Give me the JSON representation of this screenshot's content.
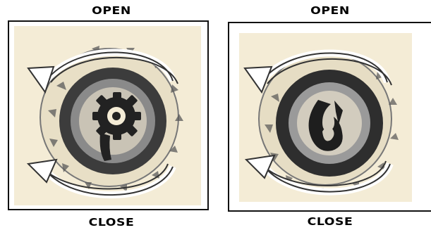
{
  "diagram": {
    "left_panel": {
      "top_label": "OPEN",
      "bottom_label": "CLOSE",
      "image_icon": "drum-cap-wrench-rotation"
    },
    "right_panel": {
      "top_label": "OPEN",
      "bottom_label": "CLOSE",
      "image_icon": "drum-cap-flame-rotation"
    }
  },
  "colors": {
    "paper": "#f4ecd6",
    "ink": "#1a1a1a",
    "border": "#111111"
  }
}
